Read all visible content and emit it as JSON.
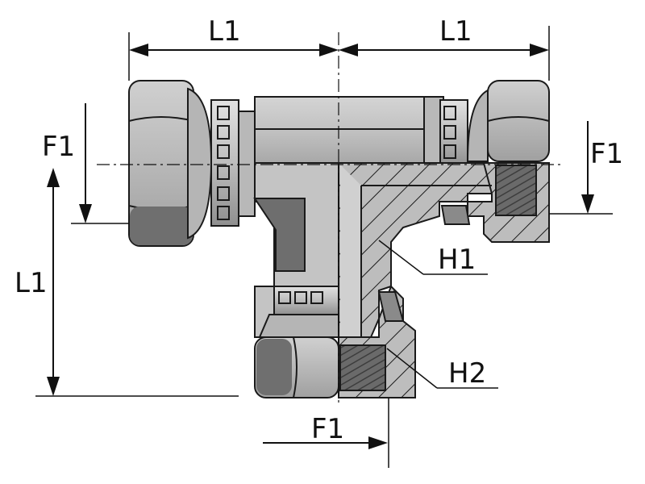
{
  "labels": {
    "top_left_length": "L1",
    "top_right_length": "L1",
    "left_length": "L1",
    "left_thread": "F1",
    "right_thread": "F1",
    "bottom_thread": "F1",
    "h1": "H1",
    "h2": "H2"
  },
  "colors": {
    "body_light": "#c8c8c8",
    "body_mid": "#a9a9a9",
    "body_dark": "#6e6e6e",
    "section": "#bcbcbc",
    "thread": "#5a5a5a",
    "line": "#111111"
  }
}
